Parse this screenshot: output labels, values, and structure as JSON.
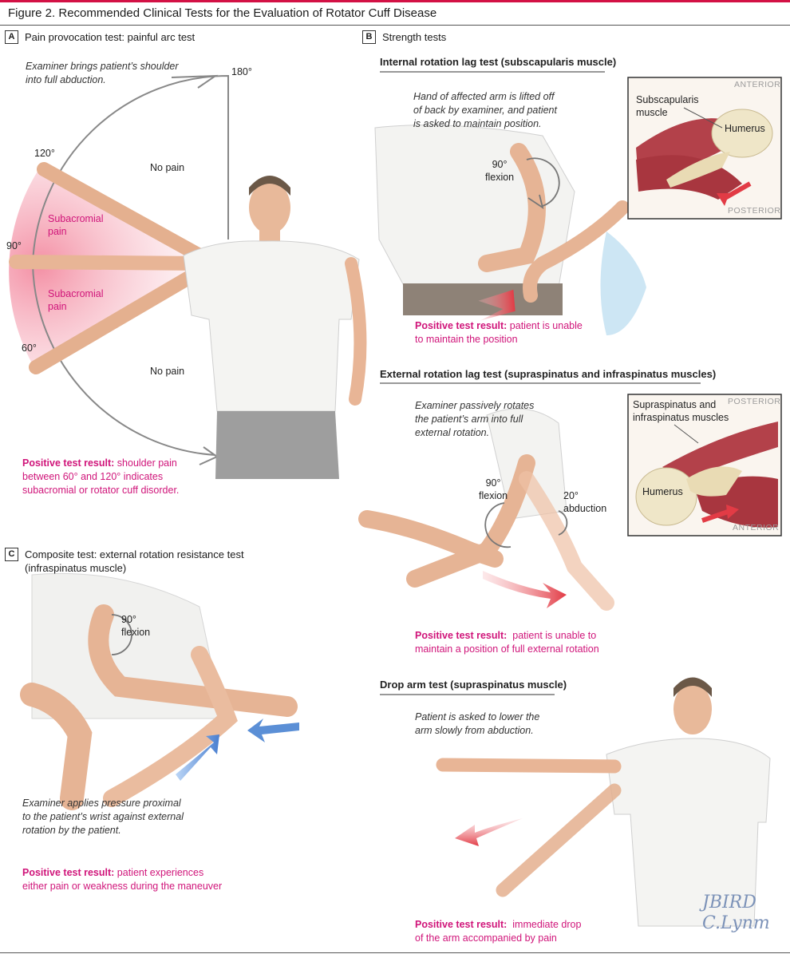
{
  "figure": {
    "title": "Figure 2. Recommended Clinical Tests for the Evaluation of Rotator Cuff Disease"
  },
  "panel_a": {
    "letter": "A",
    "heading": "Pain provocation test: painful arc test",
    "instruction": "Examiner brings patient’s shoulder\ninto full abduction.",
    "angles": {
      "a180": "180°",
      "a120": "120°",
      "a90": "90°",
      "a60": "60°"
    },
    "zones": {
      "no_pain_upper": "No pain",
      "pain_upper": "Subacromial\npain",
      "pain_lower": "Subacromial\npain",
      "no_pain_lower": "No pain"
    },
    "positive_label": "Positive test result:",
    "positive_text": " shoulder pain\nbetween 60° and 120° indicates\nsubacromial or rotator cuff disorder."
  },
  "panel_b": {
    "letter": "B",
    "heading": "Strength tests",
    "internal": {
      "heading": "Internal rotation lag test (subscapularis muscle)",
      "instruction": "Hand of affected arm is lifted off\nof back by examiner, and patient\nis asked to maintain position.",
      "flexion": "90°\nflexion",
      "inset": {
        "top": "ANTERIOR",
        "bottom": "POSTERIOR",
        "muscle": "Subscapularis\nmuscle",
        "bone": "Humerus"
      },
      "positive_label": "Positive test result:",
      "positive_text": " patient is unable\nto maintain the position"
    },
    "external": {
      "heading": "External rotation lag test (supraspinatus and infraspinatus muscles)",
      "instruction": "Examiner passively rotates\nthe patient’s arm into full\nexternal rotation.",
      "flexion": "90°\nflexion",
      "abduction": "20°\nabduction",
      "inset": {
        "top": "POSTERIOR",
        "bottom": "ANTERIOR",
        "muscle": "Supraspinatus and\ninfraspinatus muscles",
        "bone": "Humerus"
      },
      "positive_label": "Positive test result:",
      "positive_text": "  patient is unable to\nmaintain a position of full external rotation"
    },
    "drop": {
      "heading": "Drop arm test (supraspinatus muscle)",
      "instruction": "Patient is asked to lower the\narm slowly from abduction.",
      "positive_label": "Positive test result:",
      "positive_text": "  immediate drop\nof the arm accompanied by pain",
      "signature": "JBIRD\nC.Lynm"
    }
  },
  "panel_c": {
    "letter": "C",
    "heading": "Composite test: external rotation resistance test\n(infraspinatus muscle)",
    "flexion": "90°\nflexion",
    "instruction": "Examiner applies pressure proximal\nto the patient’s wrist against external\nrotation by the patient.",
    "positive_label": "Positive test result:",
    "positive_text": " patient experiences\neither pain or weakness during the maneuver"
  },
  "colors": {
    "accent": "#d0157a",
    "brand_red": "#d31145",
    "pain_zone": "#f7c6cf",
    "skin": "#e9b99a",
    "shirt": "#f4f4f2",
    "pants": "#9a9a9a",
    "arrow_red": "#e23b45",
    "arrow_blue": "#5b8fd6",
    "muscle": "#b3414a",
    "bone": "#efe6c8"
  }
}
